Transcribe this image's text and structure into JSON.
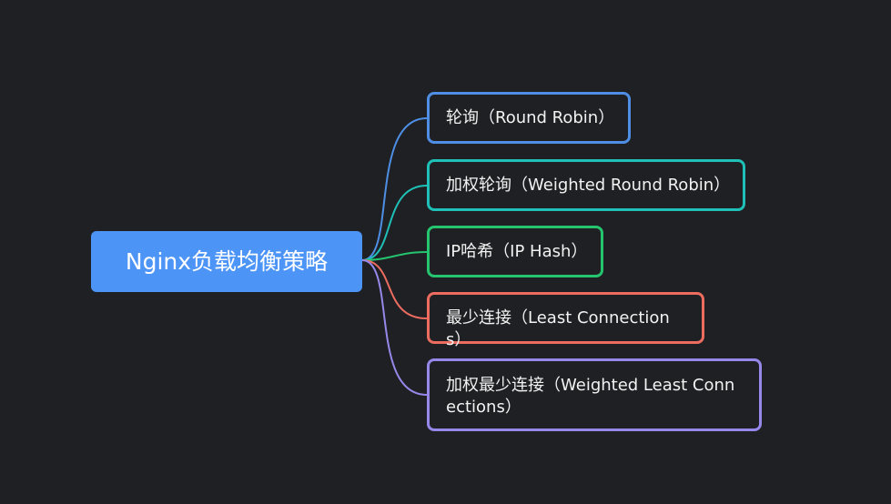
{
  "diagram": {
    "root": {
      "label": "Nginx负载均衡策略",
      "color": "#4d94f7"
    },
    "branches": [
      {
        "label": "轮询（Round Robin）",
        "color": "#4e8fe5"
      },
      {
        "label": "加权轮询（Weighted Round Robin）",
        "color": "#1fc0b7"
      },
      {
        "label": "IP哈希（IP Hash）",
        "color": "#25c46f"
      },
      {
        "label": "最少连接（Least Connections）",
        "color": "#ec6c5f"
      },
      {
        "label": "加权最少连接（Weighted Least Connections）",
        "color": "#9688ea"
      }
    ],
    "background": "#1f2024"
  }
}
